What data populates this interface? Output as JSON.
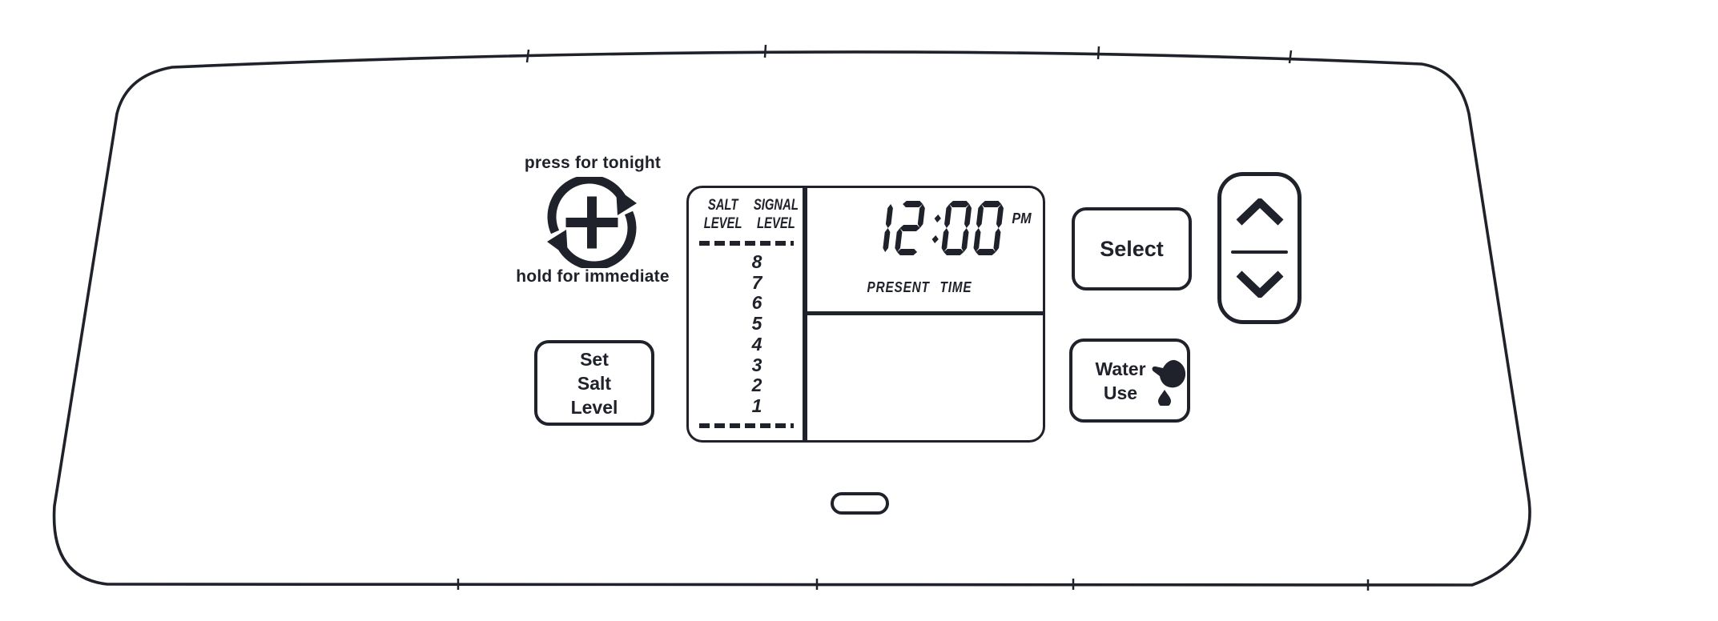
{
  "colors": {
    "ink": "#20222b",
    "bg": "#ffffff"
  },
  "recharge_control": {
    "press_label": "press for tonight",
    "hold_label": "hold for immediate",
    "icon": "circular-arrows-plus-icon"
  },
  "buttons": {
    "set_salt_level": {
      "lines": [
        "Set",
        "Salt",
        "Level"
      ]
    },
    "select": {
      "label": "Select"
    },
    "water_use": {
      "lines": [
        "Water",
        "Use"
      ],
      "icon": "faucet-drop-icon"
    },
    "up_down": {
      "up_icon": "chevron-up-icon",
      "down_icon": "chevron-down-icon"
    }
  },
  "lcd": {
    "salt_gauge": {
      "left_header": [
        "SALT",
        "LEVEL"
      ],
      "right_header": [
        "SIGNAL",
        "LEVEL"
      ],
      "levels": [
        "8",
        "7",
        "6",
        "5",
        "4",
        "3",
        "2",
        "1"
      ]
    },
    "clock": {
      "time": "12:00",
      "meridiem": "PM",
      "caption": "PRESENT TIME"
    }
  },
  "indicator_light": {
    "icon": "pill-indicator-light"
  }
}
